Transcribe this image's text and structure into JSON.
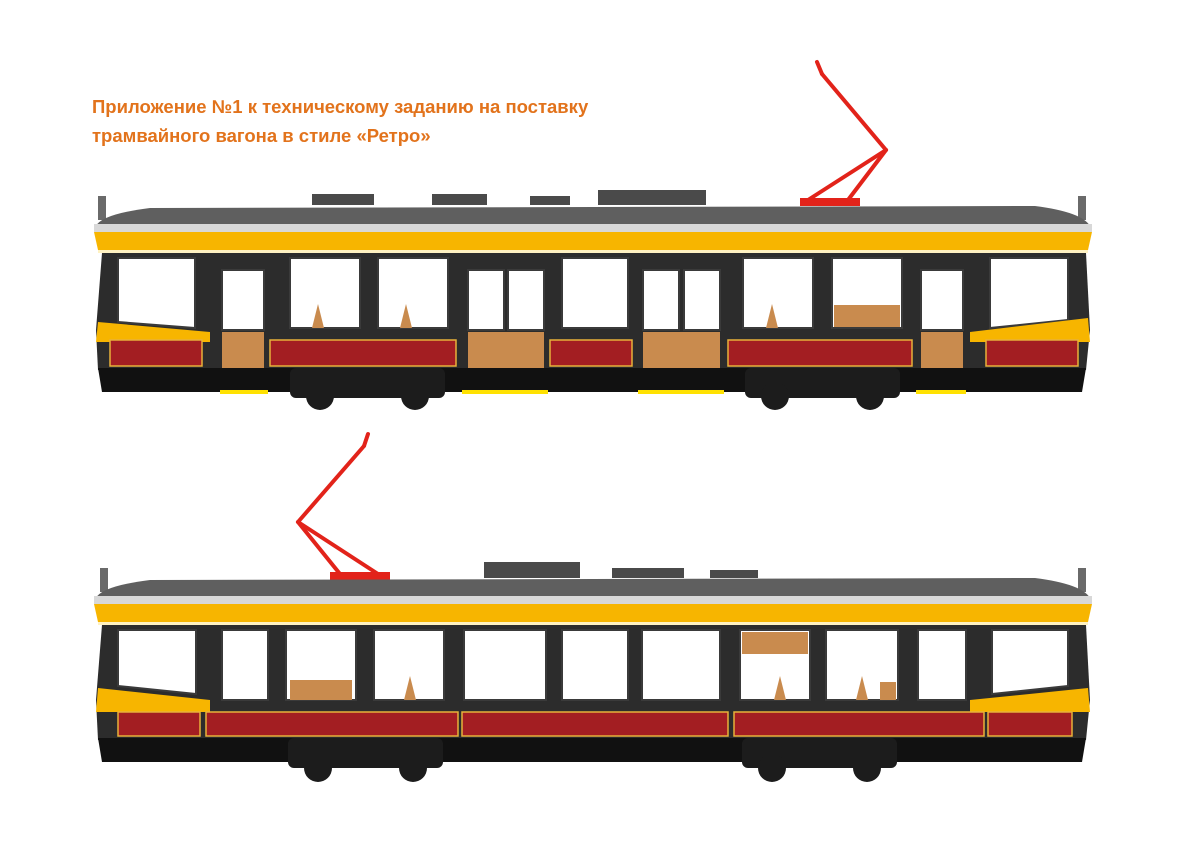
{
  "document": {
    "title_lines": [
      "Приложение №1 к техническому заданию на поставку",
      "трамвайного вагона в стиле «Ретро»"
    ]
  },
  "colors": {
    "title": "#e2731c",
    "roof": "#5f5f5f",
    "roof_edge": "#d8d8d8",
    "yellow_stripe": "#f7b500",
    "cream_line": "#fff2c2",
    "body_dark": "#2c2c2c",
    "window_glass": "#ffffff",
    "interior_wood": "#c98b4e",
    "red_belt": "#a31e22",
    "gold_trim": "#e8b13a",
    "skirt": "#111111",
    "pantograph": "#e2231a",
    "step_yellow": "#ffe100"
  },
  "views": [
    {
      "name": "tram-side-view-1",
      "pantograph": "right"
    },
    {
      "name": "tram-side-view-2",
      "pantograph": "left"
    }
  ]
}
